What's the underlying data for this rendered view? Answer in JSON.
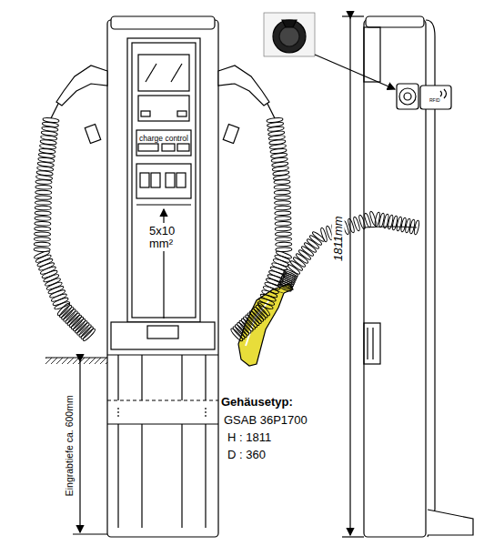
{
  "diagram": {
    "labels": [
      "charge control",
      "5x10 mm²",
      "1811mm",
      "RFID",
      "Gehäusetyp:",
      "GSAB 36P1700",
      "H : 1811",
      "D : 360",
      "Eingrabtiefe ca. 600mm"
    ]
  }
}
